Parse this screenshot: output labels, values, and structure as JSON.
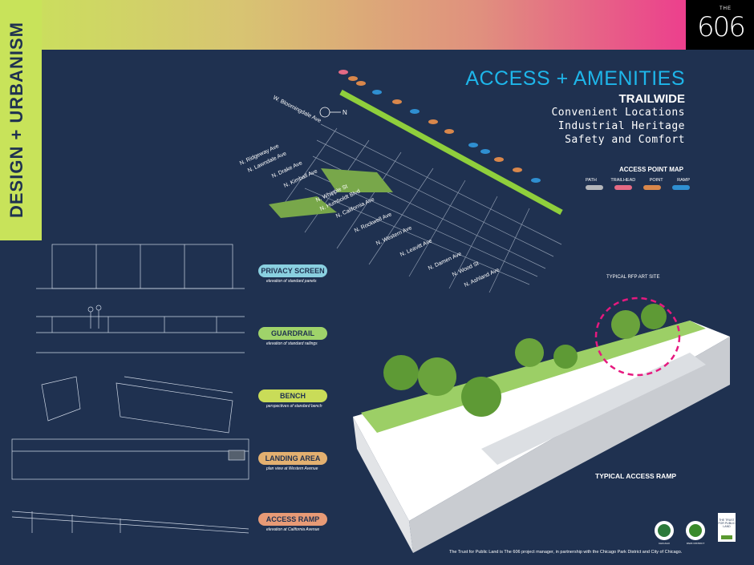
{
  "sidebar_label": "DESIGN + URBANISM",
  "logo": {
    "small": "THE",
    "big": "606"
  },
  "title": {
    "main": "ACCESS + AMENITIES",
    "sub": "TRAILWIDE",
    "lines": [
      "Convenient Locations",
      "Industrial Heritage",
      "Safety and Comfort"
    ]
  },
  "map_legend": {
    "title": "ACCESS POINT MAP",
    "items": [
      {
        "label": "PATH",
        "color": "#b4b6ba"
      },
      {
        "label": "TRAILHEAD",
        "color": "#e56a84"
      },
      {
        "label": "POINT",
        "color": "#d9874b"
      },
      {
        "label": "RAMP",
        "color": "#2f8fd1"
      }
    ]
  },
  "map": {
    "compass": "N",
    "streets": [
      "W. Bloomingdale Ave",
      "N. Ridgeway Ave",
      "N. Lawndale Ave",
      "N. Drake Ave",
      "N. Kimball Ave",
      "N. Whipple St",
      "N. Humboldt Blvd",
      "N. California Ave",
      "N. Rockwell Ave",
      "N. Western Ave",
      "N. Leavitt Ave",
      "N. Damen Ave",
      "N. Wood St",
      "N. Ashland Ave"
    ]
  },
  "amenities": [
    {
      "label": "PRIVACY SCREEN",
      "caption": "elevation of standard panels",
      "color": "#8ad0e0"
    },
    {
      "label": "GUARDRAIL",
      "caption": "elevation of standard railings",
      "color": "#9fd36a"
    },
    {
      "label": "BENCH",
      "caption": "perspectives of standard bench",
      "color": "#c9dc58"
    },
    {
      "label": "LANDING AREA",
      "caption": "plan view at Western Avenue",
      "color": "#e3b070"
    },
    {
      "label": "ACCESS RAMP",
      "caption": "elevation at California Avenue",
      "color": "#e79a76"
    }
  ],
  "ramp_labels": {
    "art_site": "TYPICAL RFP ART SITE",
    "ramp": "TYPICAL ACCESS RAMP"
  },
  "partner_seals": [
    {
      "label": "CHICAGO"
    },
    {
      "label": "PARK DISTRICT"
    },
    {
      "label": "THE TRUST FOR PUBLIC LAND"
    }
  ],
  "footer": "The Trust for Public Land is The 606 project manager, in partnership with the Chicago Park District and City of Chicago."
}
